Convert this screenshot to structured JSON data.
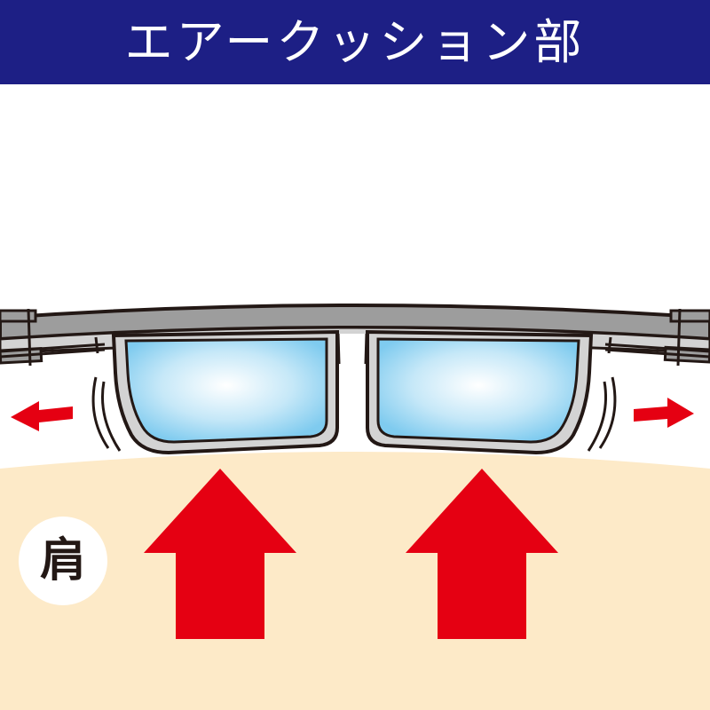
{
  "header": {
    "title": "エアークッション部",
    "background_color": "#1d1f85",
    "text_color": "#ffffff"
  },
  "diagram": {
    "subject": "air-cushion shoulder pad cross-section",
    "shoulder_label": "肩",
    "colors": {
      "background": "#ffffff",
      "shoulder_skin": "#fdeac8",
      "strap_gray": "#9d9d9d",
      "strap_light": "#d3d3d3",
      "outline": "#231815",
      "cushion_blue_edge": "#7fcbef",
      "cushion_blue_center": "#ffffff",
      "arrow_red": "#e50012",
      "label_circle": "#ffffff"
    },
    "elements": {
      "cushions": [
        "left-air-cushion",
        "right-air-cushion"
      ],
      "up_arrows": [
        "left-pressure-arrow",
        "right-pressure-arrow"
      ],
      "side_arrows": [
        "left-spread-arrow",
        "right-spread-arrow"
      ],
      "motion_lines": [
        "left-motion-lines",
        "right-motion-lines"
      ]
    }
  }
}
